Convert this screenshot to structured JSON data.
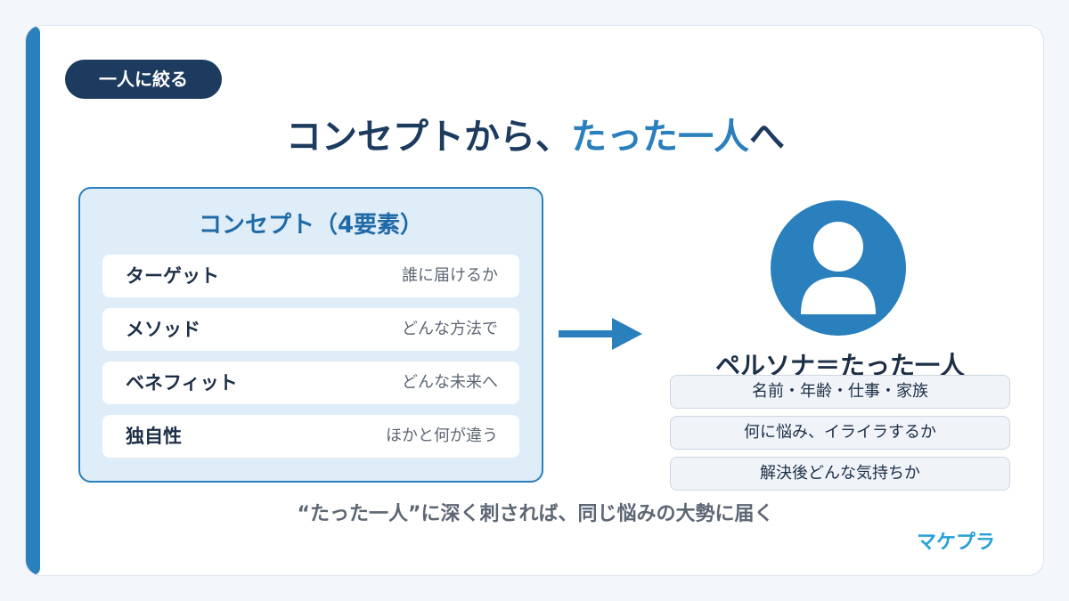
{
  "tag": "一人に絞る",
  "title": {
    "main": "コンセプトから、",
    "highlight": "たった一人",
    "end": "へ"
  },
  "concept": {
    "title": "コンセプト（4要素）",
    "rows": [
      {
        "label": "ターゲット",
        "desc": "誰に届けるか"
      },
      {
        "label": "メソッド",
        "desc": "どんな方法で"
      },
      {
        "label": "ベネフィット",
        "desc": "どんな未来へ"
      },
      {
        "label": "独自性",
        "desc": "ほかと何が違う"
      }
    ]
  },
  "persona": {
    "icon": "person-icon",
    "title": "ペルソナ＝たった一人",
    "items": [
      "名前・年齢・仕事・家族",
      "何に悩み、イライラするか",
      "解決後どんな気持ちか"
    ]
  },
  "footer": "“たった一人”に深く刺されば、同じ悩みの大勢に届く",
  "brand": "マケプラ",
  "colors": {
    "navy": "#1d3a5f",
    "accent": "#2a7fbd",
    "brand": "#27a0d6",
    "panel": "#dfedf8"
  }
}
